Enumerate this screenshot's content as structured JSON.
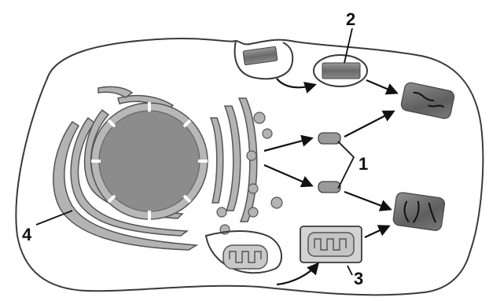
{
  "labels": {
    "label_1": "1",
    "label_2": "2",
    "label_3": "3",
    "label_4": "4"
  },
  "colors": {
    "membrane": "#a6a6a6",
    "nucleus": "#8c8c8c",
    "organelle_dark": "#6f6f6f",
    "outline": "#3a3a3a"
  }
}
